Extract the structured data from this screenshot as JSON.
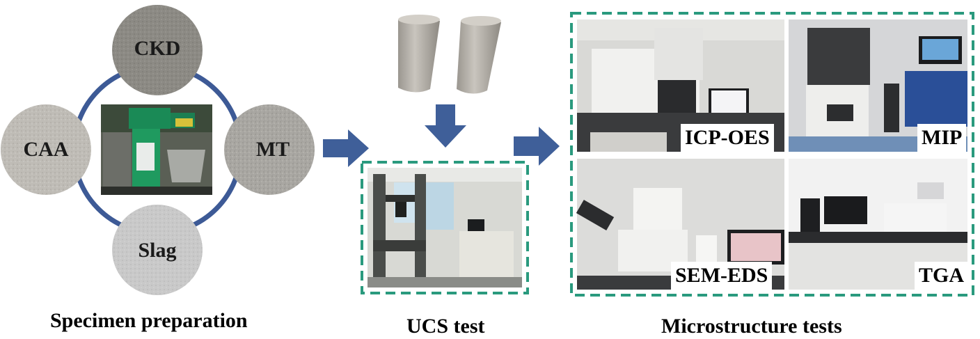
{
  "materials": {
    "ckd": "CKD",
    "caa": "CAA",
    "mt": "MT",
    "slag": "Slag"
  },
  "stages": {
    "preparation": "Specimen preparation",
    "ucs": "UCS test",
    "microstructure": "Microstructure tests"
  },
  "micro_tests": {
    "icp": "ICP-OES",
    "mip": "MIP",
    "sem": "SEM-EDS",
    "tga": "TGA"
  },
  "colors": {
    "ring_blue": "#3d5a96",
    "arrow_blue": "#3f5f99",
    "dashed_green": "#2a9a7e"
  },
  "icons": {
    "flow_arrow": "right-arrow-icon",
    "down_arrow": "down-arrow-icon"
  }
}
